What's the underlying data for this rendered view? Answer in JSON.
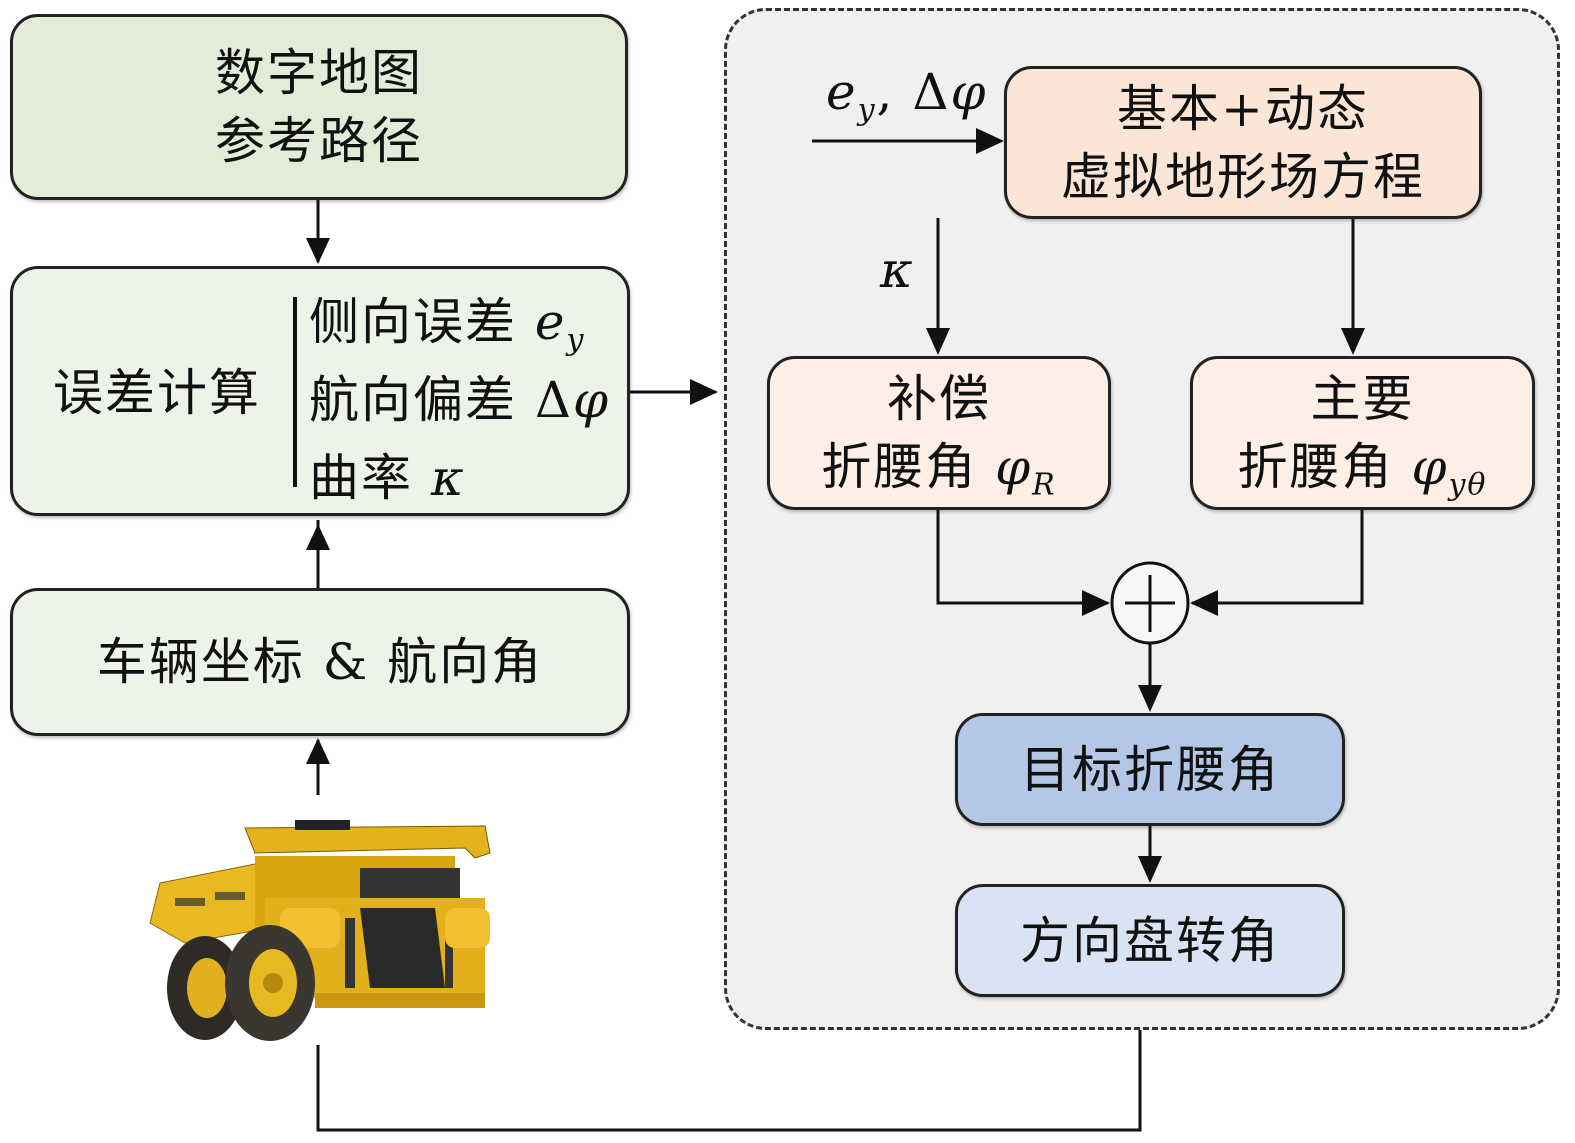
{
  "left_column": {
    "map_box": {
      "line1": "数字地图",
      "line2": "参考路径"
    },
    "error_box": {
      "title": "误差计算",
      "items": [
        {
          "label": "侧向误差",
          "symbol": "e",
          "sub": "y"
        },
        {
          "label": "航向偏差",
          "symbol_prefix": "Δ",
          "symbol": "φ"
        },
        {
          "label": "曲率",
          "symbol": "κ"
        }
      ]
    },
    "vehicle_box": {
      "text_a": "车辆坐标",
      "amp": "&",
      "text_b": "航向角"
    },
    "vehicle_image": "mining-dump-truck"
  },
  "controller": {
    "input_label": {
      "symbol": "e",
      "sub": "y",
      "sep": ",",
      "delta": "Δ",
      "phi": "φ"
    },
    "kappa_label": "κ",
    "field_box": {
      "line1": "基本+动态",
      "line2": "虚拟地形场方程"
    },
    "comp_box": {
      "line1": "补偿",
      "line2": "折腰角",
      "symbol": "φ",
      "sub": "R"
    },
    "main_box": {
      "line1": "主要",
      "line2": "折腰角",
      "symbol": "φ",
      "sub": "yθ"
    },
    "sum_node": "+",
    "target_box": "目标折腰角",
    "steer_box": "方向盘转角"
  },
  "colors": {
    "map_fill": "#e2ecd8",
    "error_fill": "#eef3e9",
    "vehicle_fill": "#eef3e9",
    "field_fill": "#fbe5d6",
    "angle_fill": "#fdefe6",
    "target_fill": "#b4c7e7",
    "steer_fill": "#dae3f3",
    "container_fill": "#f0f0f0"
  }
}
